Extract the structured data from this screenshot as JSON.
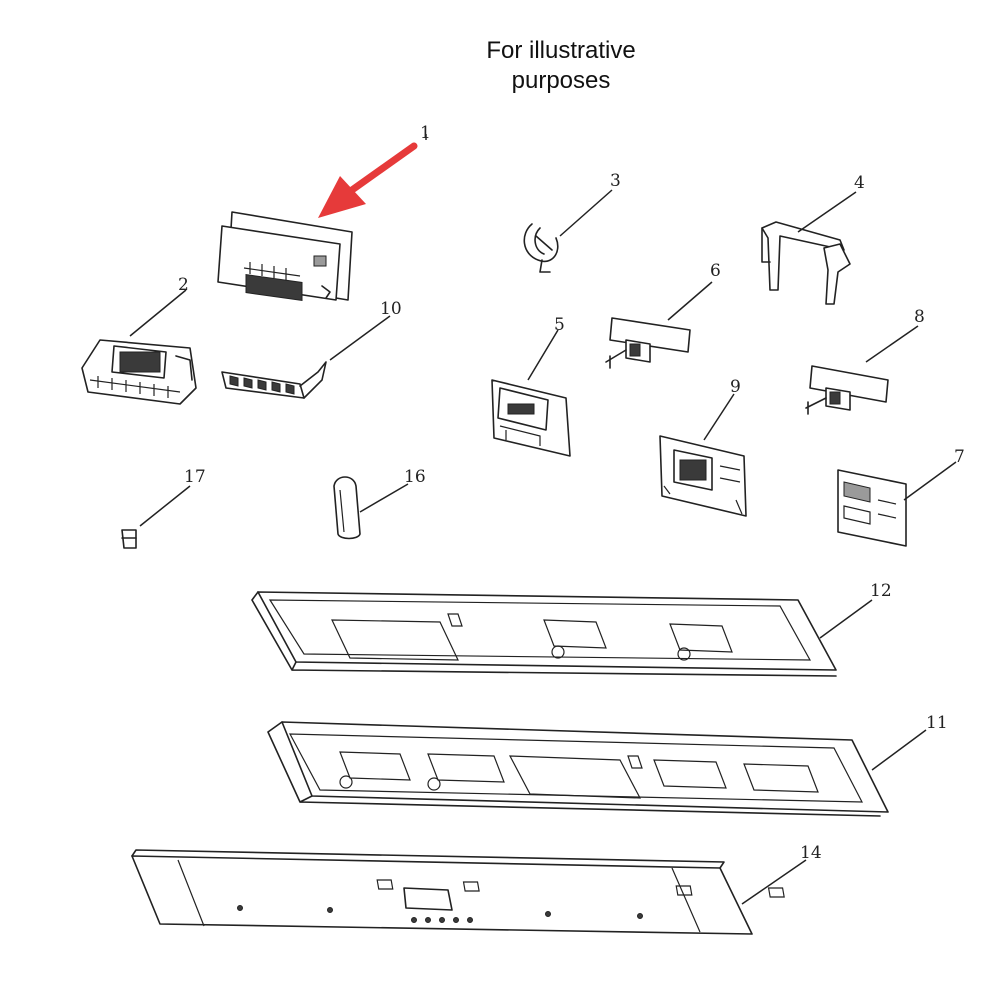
{
  "caption": {
    "line1": "For illustrative",
    "line2": "purposes"
  },
  "arrow_color": "#e63a3a",
  "callouts": [
    "1",
    "2",
    "3",
    "4",
    "5",
    "6",
    "7",
    "8",
    "9",
    "10",
    "11",
    "12",
    "14",
    "16",
    "17"
  ]
}
